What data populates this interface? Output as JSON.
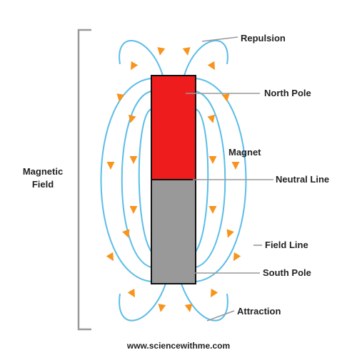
{
  "labels": {
    "repulsion": "Repulsion",
    "north_pole": "North Pole",
    "magnet": "Magnet",
    "neutral_line": "Neutral Line",
    "field_line": "Field Line",
    "south_pole": "South Pole",
    "attraction": "Attraction",
    "magnetic_field_line1": "Magnetic",
    "magnetic_field_line2": "Field"
  },
  "footer": {
    "website": "www.sciencewithme.com"
  },
  "colors": {
    "north_pole": "#ee1c1c",
    "south_pole": "#999999",
    "field_line": "#5bbde8",
    "arrow": "#f7941d",
    "leader": "#999999",
    "bracket": "#999999",
    "text": "#222222"
  }
}
